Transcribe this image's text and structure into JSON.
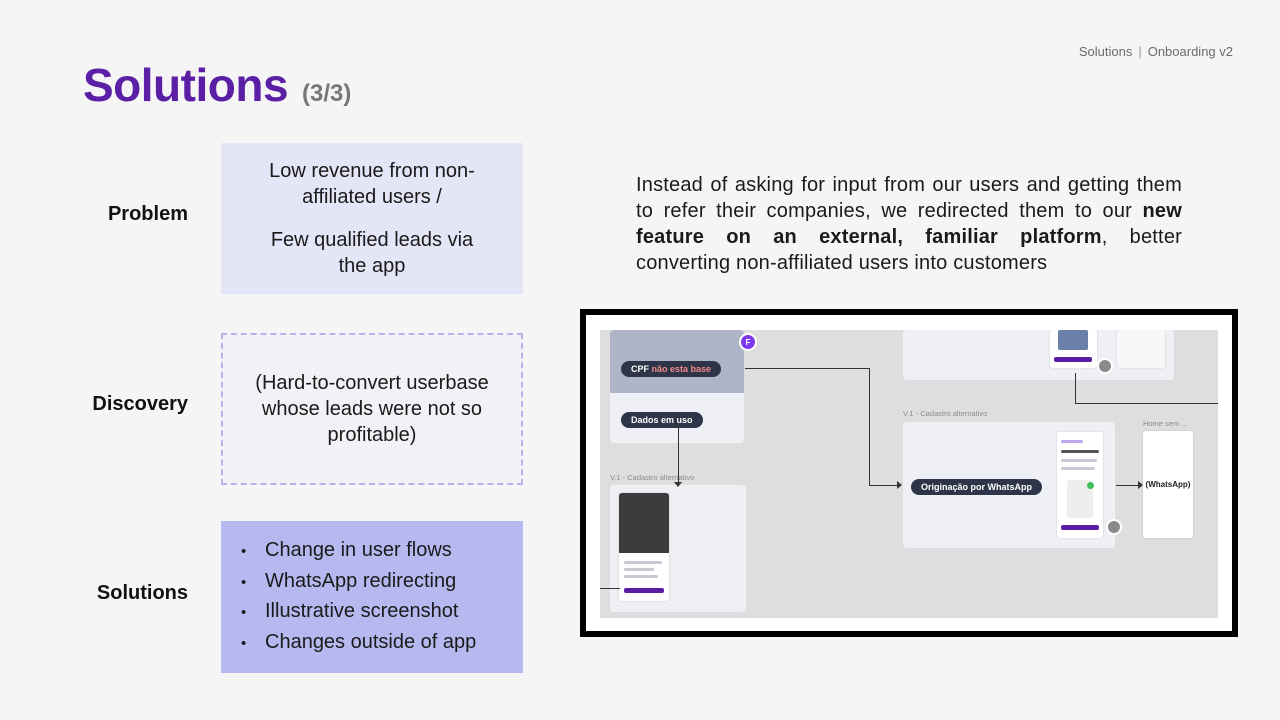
{
  "breadcrumb": {
    "section": "Solutions",
    "separator": "|",
    "page": "Onboarding v2"
  },
  "title": {
    "text": "Solutions",
    "count": "(3/3)"
  },
  "labels": {
    "problem": "Problem",
    "discovery": "Discovery",
    "solutions": "Solutions"
  },
  "problem": {
    "line1": "Low revenue from non-affiliated users /",
    "line2": "Few qualified leads via the app"
  },
  "discovery": {
    "text": "(Hard-to-convert userbase whose leads were not so profitable)"
  },
  "solutions": {
    "items": [
      "Change in user flows",
      "WhatsApp redirecting",
      "Illustrative screenshot",
      "Changes outside of app"
    ]
  },
  "description": {
    "before": "Instead of asking for input from our users and getting them to refer their companies, we redirected them to our ",
    "bold": "new feature on an external, familiar platform",
    "after": ", better converting non-affiliated users into customers"
  },
  "screenshot": {
    "pill_cpf_prefix": "CPF",
    "pill_cpf_highlight": "não esta base",
    "pill_dados": "Dados em uso",
    "pill_whatsapp_origin": "Originação por WhatsApp",
    "whatsapp_label": "(WhatsApp)",
    "section_label_1": "V.1 - Cadastro alternativo",
    "section_label_2": "V.1 - Cadastro alternativo",
    "home_label": "Home sem ...",
    "badge": "F"
  },
  "colors": {
    "accent": "#5b1fa6",
    "problem_bg": "#e4e5f6",
    "discovery_border": "#b3b5ec",
    "solutions_bg": "#b6b9ef"
  }
}
